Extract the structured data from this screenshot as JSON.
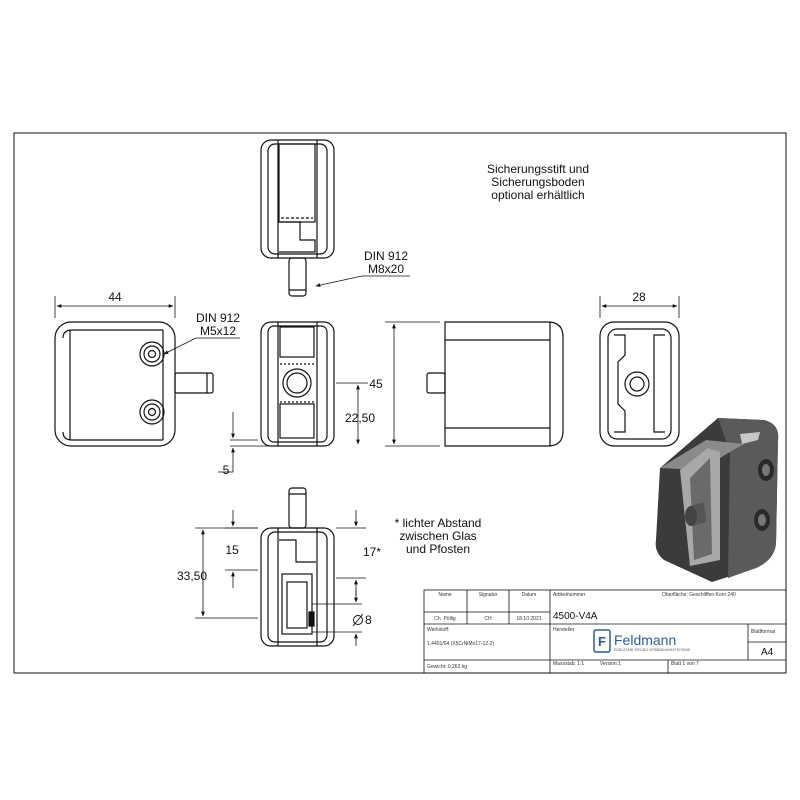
{
  "drawing": {
    "note_optional": [
      "Sicherungsstift und",
      "Sicherungsboden",
      "optional erhältlich"
    ],
    "note_gap": [
      "* lichter Abstand",
      "zwischen Glas",
      "und Pfosten"
    ],
    "screw_top": [
      "DIN 912",
      "M8x20"
    ],
    "screw_left": [
      "DIN 912",
      "M5x12"
    ],
    "dims": {
      "width_left": "44",
      "height_side": "45",
      "half_height": "22,50",
      "offset": "5",
      "width_right": "28",
      "pin_len": "15",
      "gap": "17*",
      "total": "33,50",
      "diameter": "8"
    }
  },
  "titleblock": {
    "col_name": "Name",
    "col_signatur": "Signatur",
    "col_datum": "Datum",
    "row_name": "Ch. Pöllig",
    "row_signatur": "CH",
    "row_datum": "18.10.2021",
    "artikel_label": "Artikelnummer",
    "artikel": "4500-V4A",
    "oberflaeche": "Oberfläche: Geschliffen Korn 240",
    "hersteller_label": "Hersteller",
    "werkstoff_label": "Werkstoff:",
    "werkstoff": "1.4401/04 (X5CrNiMo17-12-2)",
    "gewicht": "Gewicht: 0.262 kg",
    "massstab": "Massstab: 1:1",
    "version": "Version:1",
    "blatt": "Blatt 1 von 7",
    "blattformat_label": "Blattformat",
    "blattformat": "A4",
    "logo_name": "Feldmann",
    "logo_letter": "F",
    "logo_tagline": "EDELSTAHL RELING VERBINDUNGSTECHNIK"
  },
  "colors": {
    "line": "#111111",
    "render_dark": "#3b3b3b",
    "render_mid": "#6a6a6a",
    "render_light": "#a8a8a8",
    "logo_blue": "#2a5c9a"
  }
}
